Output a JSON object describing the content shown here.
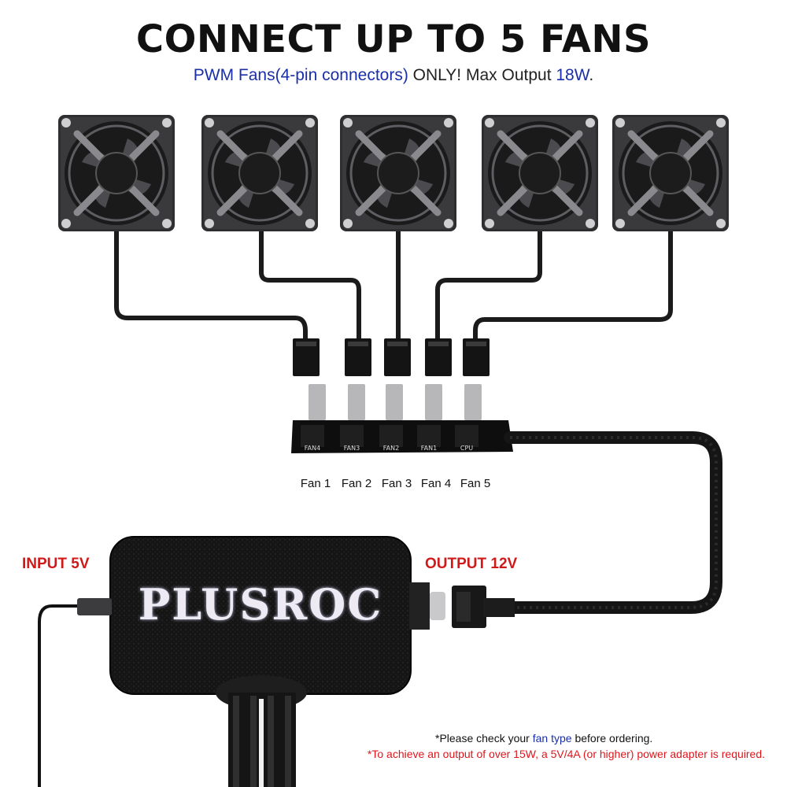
{
  "headline": "CONNECT UP TO 5 FANS",
  "subline": {
    "part1": "PWM Fans(4-pin connectors)",
    "part2": " ONLY!  Max Output ",
    "part3": "18W",
    "part4": "."
  },
  "hub": {
    "port_labels": [
      "Fan 1",
      "Fan 2",
      "Fan 3",
      "Fan 4",
      "Fan 5"
    ],
    "silk_labels": [
      "FAN4",
      "FAN3",
      "FAN2",
      "FAN1",
      "CPU"
    ]
  },
  "controller": {
    "brand": "PLUSROC",
    "input_label": "INPUT 5V",
    "output_label": "OUTPUT 12V"
  },
  "notes": {
    "check_prefix": "*Please check your ",
    "check_link": "fan type",
    "check_suffix": " before ordering.",
    "warning": "*To achieve an output of over 15W, a 5V/4A (or higher) power adapter is required."
  },
  "colors": {
    "accent_blue": "#1a2fa8",
    "warning_red": "#d01a1a"
  }
}
